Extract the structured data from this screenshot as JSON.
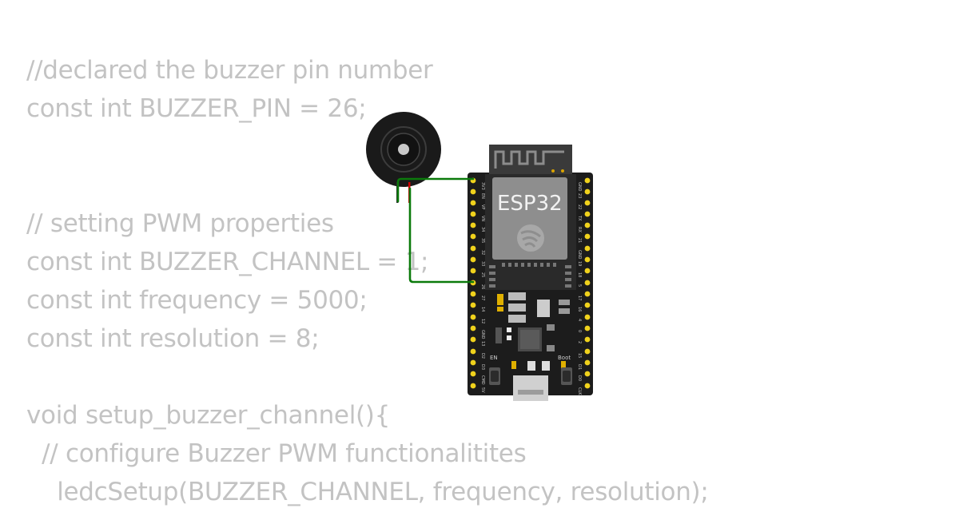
{
  "code": {
    "lines": [
      "//declared the buzzer pin number",
      "const int BUZZER_PIN = 26;",
      "",
      "",
      "// setting PWM properties",
      "const int BUZZER_CHANNEL = 1;",
      "const int frequency = 5000;",
      "const int resolution = 8;",
      "",
      "void setup_buzzer_channel(){",
      "  // configure Buzzer PWM functionalitites",
      "    ledcSetup(BUZZER_CHANNEL, frequency, resolution);"
    ]
  },
  "board": {
    "title": "ESP32",
    "en_label": "EN",
    "boot_label": "Boot",
    "left_pins": [
      "3V3",
      "EN",
      "VP",
      "VN",
      "34",
      "35",
      "32",
      "33",
      "25",
      "26",
      "27",
      "14",
      "12",
      "GND",
      "13",
      "D2",
      "D3",
      "CMD",
      "5V"
    ],
    "right_pins": [
      "GND",
      "23",
      "22",
      "TX",
      "RX",
      "21",
      "GND",
      "19",
      "18",
      "5",
      "17",
      "16",
      "4",
      "0",
      "2",
      "15",
      "D1",
      "D0",
      "CLK"
    ]
  },
  "colors": {
    "wire": "#0b7a0b",
    "buzzer_pin_red": "#d00000",
    "board_body": "#1c1c1c",
    "pad": "#f0d21c",
    "code_text": "#c3c3c3"
  }
}
